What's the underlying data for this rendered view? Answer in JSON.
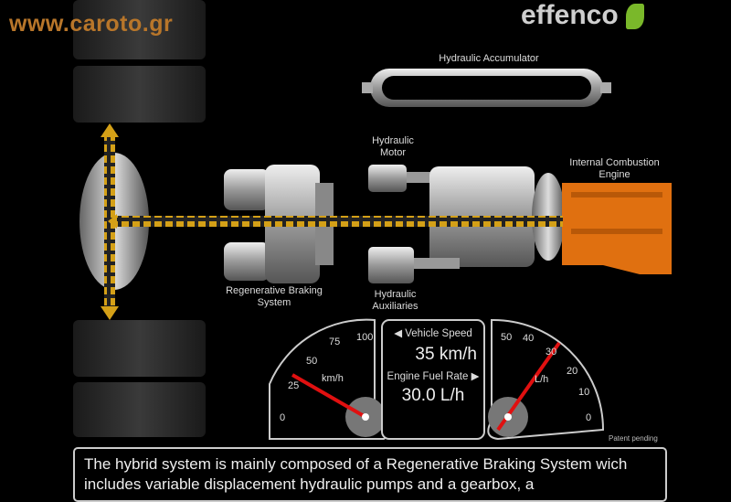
{
  "watermark": "www.caroto.gr",
  "logo": "effenco",
  "labels": {
    "accumulator": "Hydraulic Accumulator",
    "motor": [
      "Hydraulic",
      "Motor"
    ],
    "engine": [
      "Internal Combustion",
      "Engine"
    ],
    "braking": [
      "Regenerative Braking",
      "System"
    ],
    "auxiliaries": [
      "Hydraulic",
      "Auxiliaries"
    ]
  },
  "dashboard": {
    "speed_title": "Vehicle Speed",
    "speed_value": "35 km/h",
    "speed_numeric": 35,
    "fuel_title": "Engine Fuel Rate",
    "fuel_value": "30.0 L/h",
    "fuel_numeric": 30,
    "speed_unit": "km/h",
    "fuel_unit": "L/h",
    "speed_ticks": [
      "0",
      "25",
      "50",
      "75",
      "100"
    ],
    "fuel_ticks": [
      "0",
      "10",
      "20",
      "30",
      "40",
      "50"
    ]
  },
  "patent": "Patent pending",
  "caption": "The hybrid system is mainly composed of a Regenerative Braking System wich includes variable displacement hydraulic pumps and a gearbox, a",
  "colors": {
    "chain": "#d4a017",
    "engine": "#e07010",
    "needle": "#e01010",
    "watermark": "#b8762a"
  }
}
